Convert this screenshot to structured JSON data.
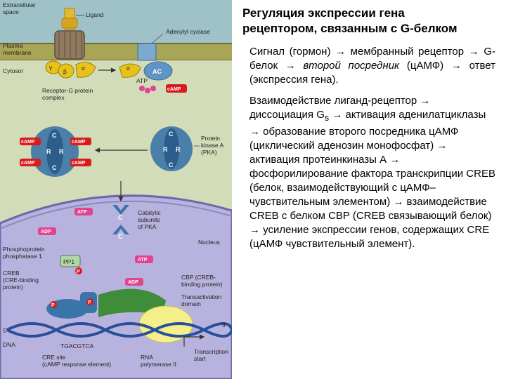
{
  "title": "Регуляция экспрессии гена\nрецептором, связанным с G-белком",
  "para1": {
    "segments": [
      {
        "text": "Сигнал (гормон) ",
        "style": "normal"
      },
      {
        "text": "→",
        "style": "arrow"
      },
      {
        "text": " мембранный рецептор ",
        "style": "normal"
      },
      {
        "text": "→",
        "style": "arrow"
      },
      {
        "text": " G-белок ",
        "style": "normal"
      },
      {
        "text": "→",
        "style": "arrow"
      },
      {
        "text": " второй посредник",
        "style": "italic"
      },
      {
        "text": " (цАМФ) ",
        "style": "normal"
      },
      {
        "text": "→",
        "style": "arrow"
      },
      {
        "text": " ответ (экспрессия гена).",
        "style": "normal"
      }
    ]
  },
  "para2": {
    "segments": [
      {
        "text": "Взаимодействие лиганд-рецептор ",
        "style": "normal"
      },
      {
        "text": "→",
        "style": "arrow"
      },
      {
        "text": " диссоциация G",
        "style": "normal"
      },
      {
        "text": "s",
        "style": "sub"
      },
      {
        "text": " ",
        "style": "normal"
      },
      {
        "text": "→",
        "style": "arrow"
      },
      {
        "text": " активация аденилатциклазы ",
        "style": "normal"
      },
      {
        "text": "→",
        "style": "arrow"
      },
      {
        "text": " образование второго посредника цАМФ (циклический аденозин монофосфат) ",
        "style": "normal"
      },
      {
        "text": "→",
        "style": "arrow"
      },
      {
        "text": " активация протеинкиназы А ",
        "style": "normal"
      },
      {
        "text": "→",
        "style": "arrow"
      },
      {
        "text": " фосфорилирование фактора транскрипции CREB (белок, взаимодействующий с цАМФ–чувствительным элементом) ",
        "style": "normal"
      },
      {
        "text": "→",
        "style": "arrow"
      },
      {
        "text": " взаимодействие CREB с белком CBP (CREB связывающий белок) ",
        "style": "normal"
      },
      {
        "text": "→",
        "style": "arrow"
      },
      {
        "text": " усиление экспрессии генов, содержащих CRE (цАМФ чувствительный элемент).",
        "style": "normal"
      }
    ]
  },
  "figure": {
    "labels": {
      "extracellular": "Extracellular\nspace",
      "ligand": "Ligand",
      "adenylyl_cyclase": "Adenylyl cyclase",
      "plasma_membrane": "Plasma\nmembrane",
      "cytosol": "Cytosol",
      "receptor_g": "Receptor-G protein\ncomplex",
      "pka": "Protein\nkinase A\n(PKA)",
      "catalytic": "Catalytic\nsubunits\nof PKA",
      "nucleus": "Nucleus",
      "pp1_label": "Phosphoprotein\nphosphatase 1",
      "creb": "CREB\n(CRE-binding\nprotein)",
      "cbp": "CBP (CREB-\nbinding protein)",
      "transactivation": "Transactivation\ndomain",
      "dna": "DNA",
      "cre_seq": "TGACGTCA",
      "cre_site": "CRE site\n(cAMP response element)",
      "rna_pol": "RNA\npolymerase II",
      "tx_start": "Transcription\nstart",
      "five_prime": "5'",
      "three_prime": "3'",
      "gamma": "γ",
      "beta": "β",
      "alpha": "α",
      "ac": "AC",
      "atp": "ATP",
      "camp": "cAMP",
      "adp": "ADP",
      "pp1": "PP1",
      "p": "P",
      "c": "C",
      "r": "R"
    },
    "colors": {
      "extracellular_bg": "#9ec2c8",
      "membrane": "#8a8a3a",
      "cytosol_bg": "#d3dcb9",
      "nucleus_bg": "#b8b3de",
      "nucleus_edge": "#6d68a8",
      "camp_red": "#d81b1b",
      "atp_pink": "#e0448e",
      "pka_blue": "#3b74a8",
      "galpha_yellow": "#e6c21a",
      "ac_blue": "#5f95c4",
      "cbp_green": "#3f8c3a",
      "dna_blue": "#2a4f9a",
      "polymerase_yellow": "#f3ef8a"
    }
  }
}
